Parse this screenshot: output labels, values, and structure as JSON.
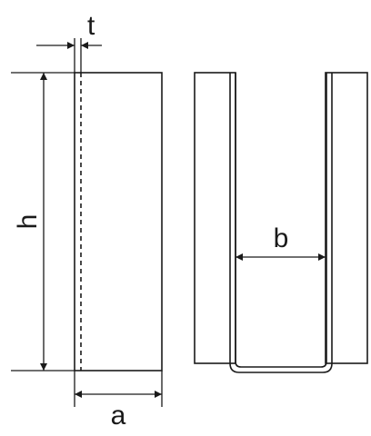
{
  "labels": {
    "t": "t",
    "h": "h",
    "a": "a",
    "b": "b"
  },
  "colors": {
    "stroke": "#1a1a1a",
    "background": "#ffffff"
  }
}
